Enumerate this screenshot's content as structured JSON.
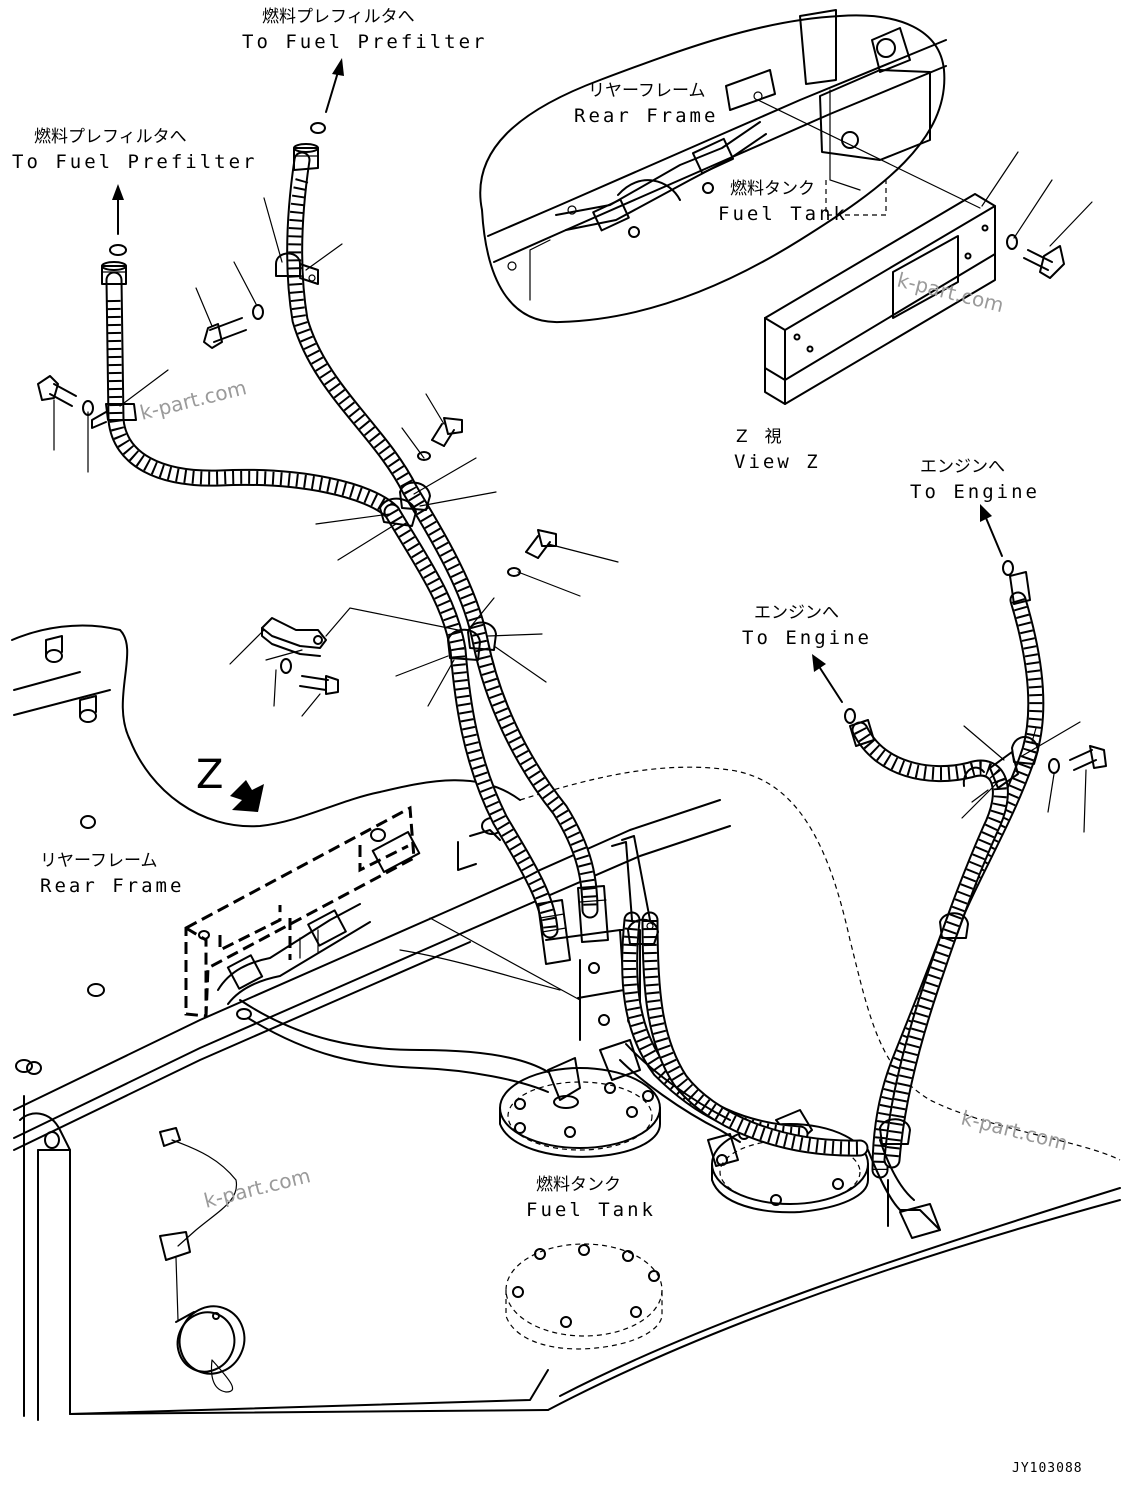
{
  "labels": {
    "prefilter_top_jp": "燃料プレフィルタへ",
    "prefilter_top_en": "To Fuel Prefilter",
    "prefilter_left_jp": "燃料プレフィルタへ",
    "prefilter_left_en": "To Fuel Prefilter",
    "rear_frame_top_jp": "リヤーフレーム",
    "rear_frame_top_en": "Rear Frame",
    "fuel_tank_top_jp": "燃料タンク",
    "fuel_tank_top_en": "Fuel Tank",
    "view_z_jp": "Z　視",
    "view_z_en": "View Z",
    "engine_right_jp": "エンジンへ",
    "engine_right_en": "To Engine",
    "engine_mid_jp": "エンジンへ",
    "engine_mid_en": "To Engine",
    "rear_frame_left_jp": "リヤーフレーム",
    "rear_frame_left_en": "Rear Frame",
    "fuel_tank_bottom_jp": "燃料タンク",
    "fuel_tank_bottom_en": "Fuel Tank",
    "z_marker": "Z",
    "drawing_code": "JY103088"
  },
  "watermarks": [
    "k-part.com",
    "k-part.com",
    "k-part.com",
    "k-part.com"
  ]
}
